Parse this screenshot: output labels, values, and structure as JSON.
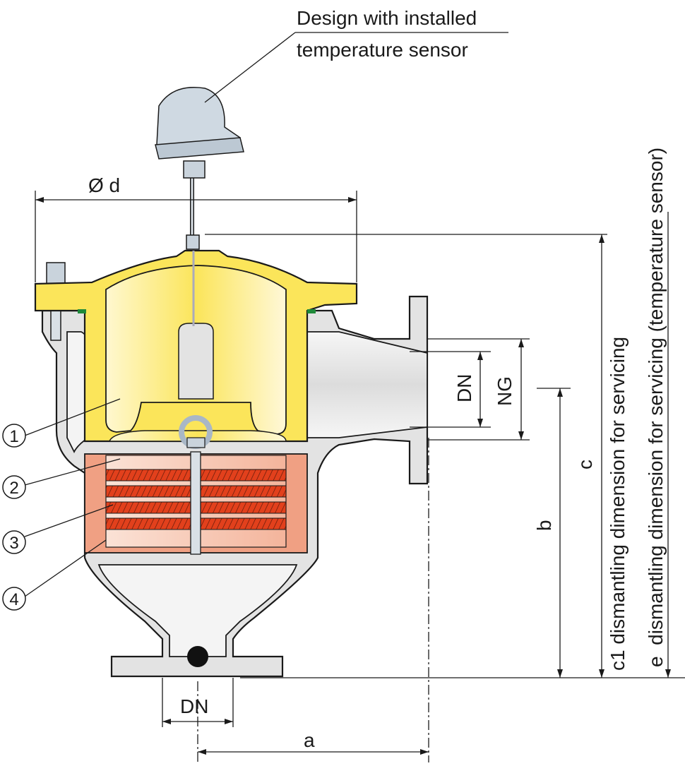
{
  "callout": {
    "line1": "Design with installed",
    "line2": "temperature sensor"
  },
  "dimensions": {
    "diameter_d": "Ø d",
    "outlet_dn": "DN",
    "outlet_ng": "NG",
    "c": "c",
    "b": "b",
    "a": "a",
    "inlet_dn": "DN",
    "c1": "c1 dismantling dimension for servicing",
    "e": "e  dismantling dimension for servicing (temperature sensor)"
  },
  "parts": [
    {
      "number": "1"
    },
    {
      "number": "2"
    },
    {
      "number": "3"
    },
    {
      "number": "4"
    }
  ],
  "colors": {
    "housing": "#e3e3e3",
    "cover": "#fbe55a",
    "cartridge": "#f0a083",
    "element": "#e2401c",
    "seal": "#1f8a3a"
  }
}
